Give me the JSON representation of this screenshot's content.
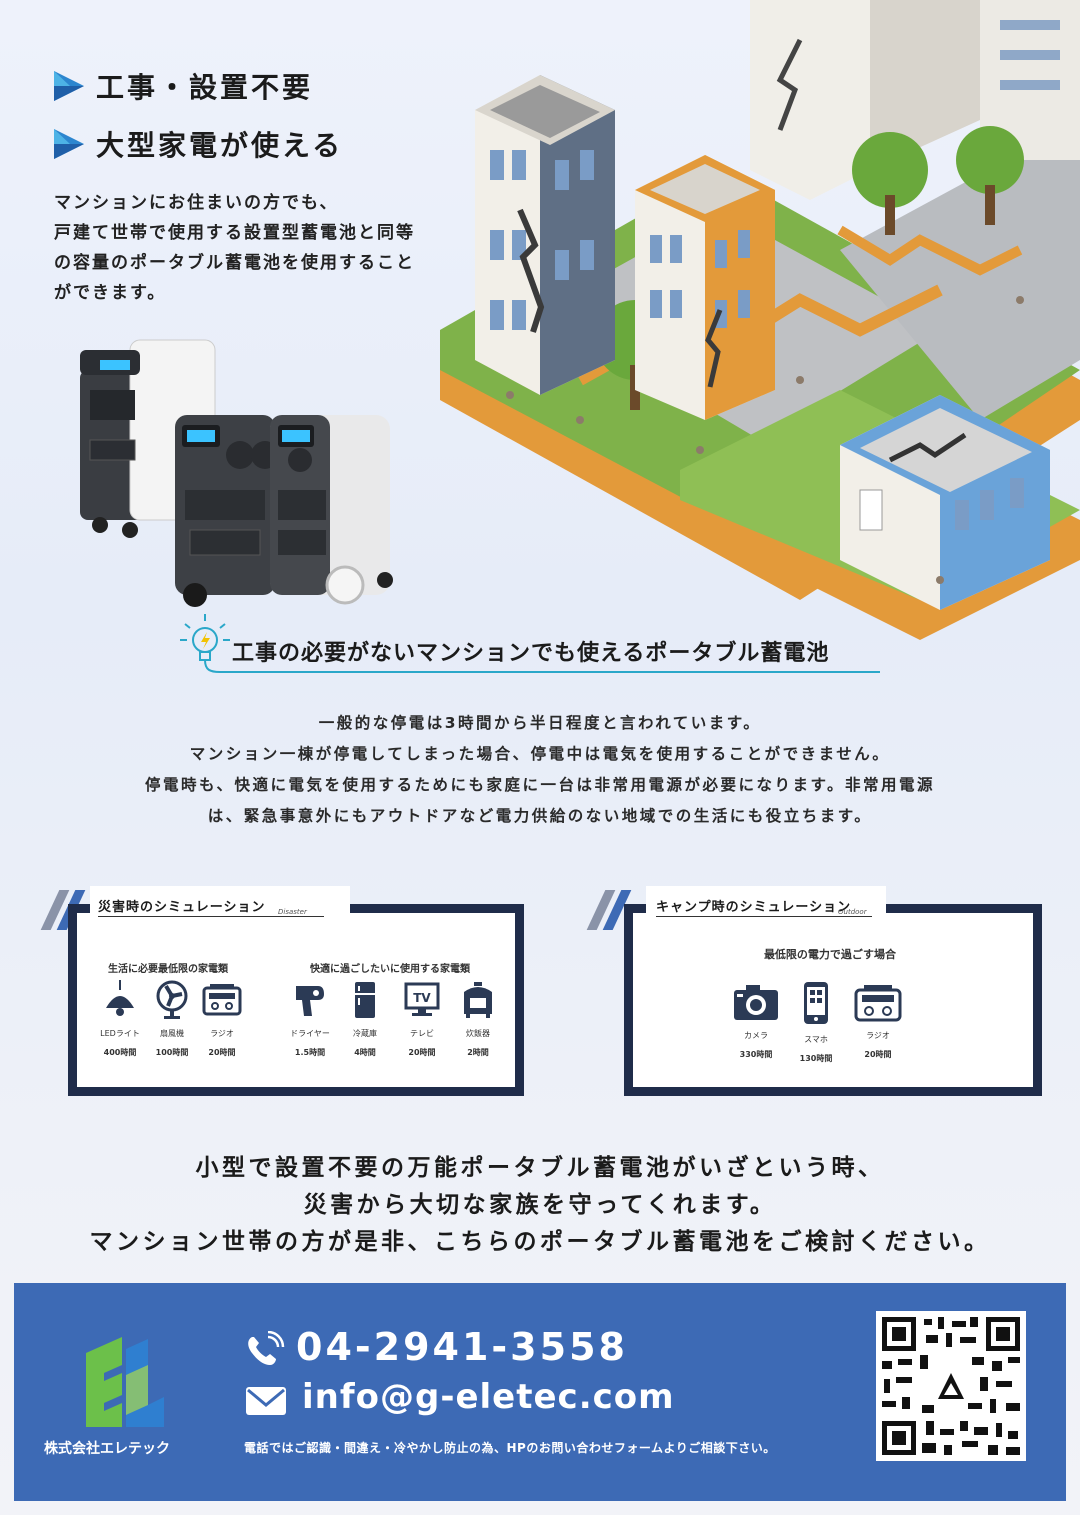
{
  "headlines": [
    "工事・設置不要",
    "大型家電が使える"
  ],
  "intro_lines": [
    "マンションにお住まいの方でも、",
    "戸建て世帯で使用する設置型蓄電池と同等",
    "の容量のポータブル蓄電池を使用すること",
    "ができます。"
  ],
  "banner_title": "工事の必要がないマンションでも使えるポータブル蓄電池",
  "body_lines": [
    "一般的な停電は3時間から半日程度と言われています。",
    "マンション一棟が停電してしまった場合、停電中は電気を使用することができません。",
    "停電時も、快適に電気を使用するためにも家庭に一台は非常用電源が必要になります。非常用電源",
    "は、緊急事意外にもアウトドアなど電力供給のない地域での生活にも役立ちます。"
  ],
  "disaster": {
    "title": "災害時のシミュレーション",
    "subtitle": "Disaster",
    "group1_title": "生活に必要最低限の家電類",
    "group2_title": "快適に過ごしたいに使用する家電類",
    "items": [
      {
        "icon": "lamp-icon",
        "label": "LEDライト",
        "hours": "400時間"
      },
      {
        "icon": "fan-icon",
        "label": "扇風機",
        "hours": "100時間"
      },
      {
        "icon": "radio-icon",
        "label": "ラジオ",
        "hours": "20時間"
      },
      {
        "icon": "hair-dryer-icon",
        "label": "ドライヤー",
        "hours": "1.5時間"
      },
      {
        "icon": "fridge-icon",
        "label": "冷蔵庫",
        "hours": "4時間"
      },
      {
        "icon": "tv-icon",
        "label": "テレビ",
        "hours": "20時間"
      },
      {
        "icon": "rice-cooker-icon",
        "label": "炊飯器",
        "hours": "2時間"
      }
    ]
  },
  "camp": {
    "title": "キャンプ時のシミュレーション",
    "subtitle": "Outdoor",
    "group_title": "最低限の電力で過ごす場合",
    "items": [
      {
        "icon": "camera-icon",
        "label": "カメラ",
        "hours": "330時間"
      },
      {
        "icon": "smartphone-icon",
        "label": "スマホ",
        "hours": "130時間"
      },
      {
        "icon": "radio-icon",
        "label": "ラジオ",
        "hours": "20時間"
      }
    ]
  },
  "closing_lines": [
    "小型で設置不要の万能ポータブル蓄電池がいざという時、",
    "災害から大切な家族を守ってくれます。",
    "マンション世帯の方が是非、こちらのポータブル蓄電池をご検討ください。"
  ],
  "footer": {
    "company": "株式会社エレテック",
    "phone": "04-2941-3558",
    "email": "info@g-eletec.com",
    "note": "電話ではご認識・間違え・冷やかし防止の為、HPのお問い合わせフォームよりご相談下さい。"
  },
  "colors": {
    "footer_bg": "#3d6ab5",
    "box_border": "#1f2c4a",
    "accent_cyan": "#2aa7c9",
    "logo_green": "#6cc04a",
    "logo_blue": "#2f7fd0"
  }
}
